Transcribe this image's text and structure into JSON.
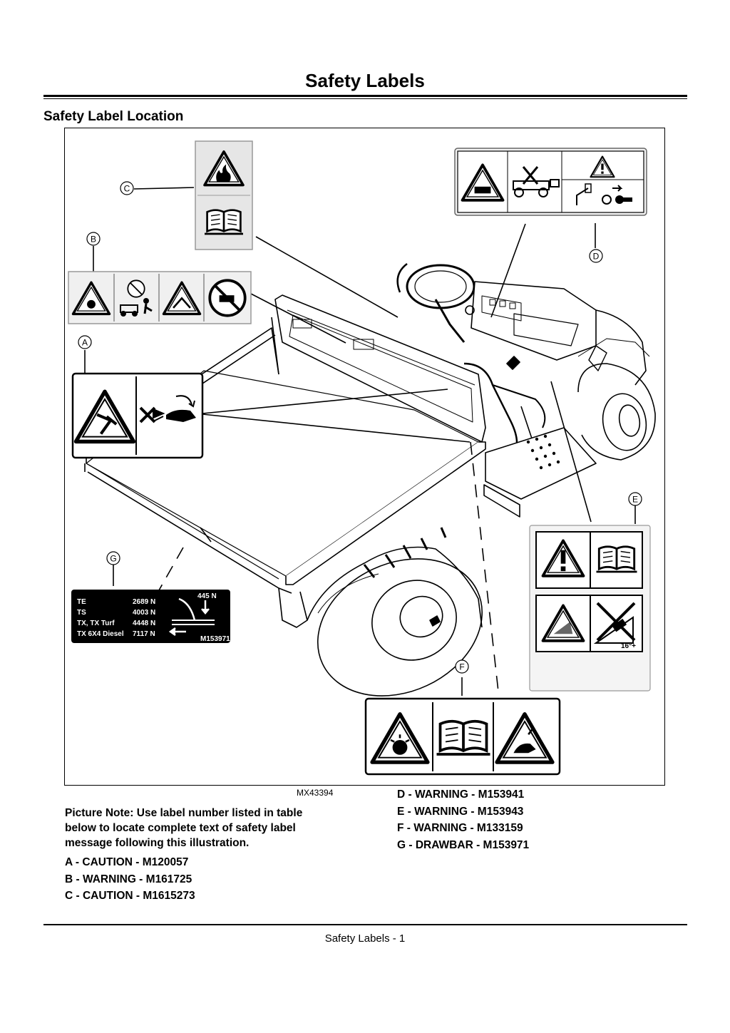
{
  "page": {
    "title": "Safety Labels",
    "section_heading": "Safety Label Location",
    "figure_code": "MX43394",
    "picture_note": "Picture Note: Use label number listed in table below to locate complete text of safety label message following this illustration.",
    "footer": "Safety Labels - 1"
  },
  "labels_left": [
    "A  - CAUTION - M120057",
    "B  - WARNING - M161725",
    "C  - CAUTION - M1615273"
  ],
  "labels_right": [
    "D  - WARNING - M153941",
    "E  - WARNING - M153943",
    "F  - WARNING - M133159",
    "G - DRAWBAR - M153971"
  ],
  "callouts": {
    "a": "A",
    "b": "B",
    "c": "C",
    "d": "D",
    "e": "E",
    "f": "F",
    "g": "G"
  },
  "drawbar_decal": {
    "force": "445 N",
    "part_number": "M153971",
    "rows": [
      {
        "model": "TE",
        "load": "2689 N"
      },
      {
        "model": "TS",
        "load": "4003 N"
      },
      {
        "model": "TX, TX Turf",
        "load": "4448 N"
      },
      {
        "model": "TX 6X4 Diesel",
        "load": "7117 N"
      }
    ]
  },
  "slope_decal": {
    "angle": "16°+"
  }
}
